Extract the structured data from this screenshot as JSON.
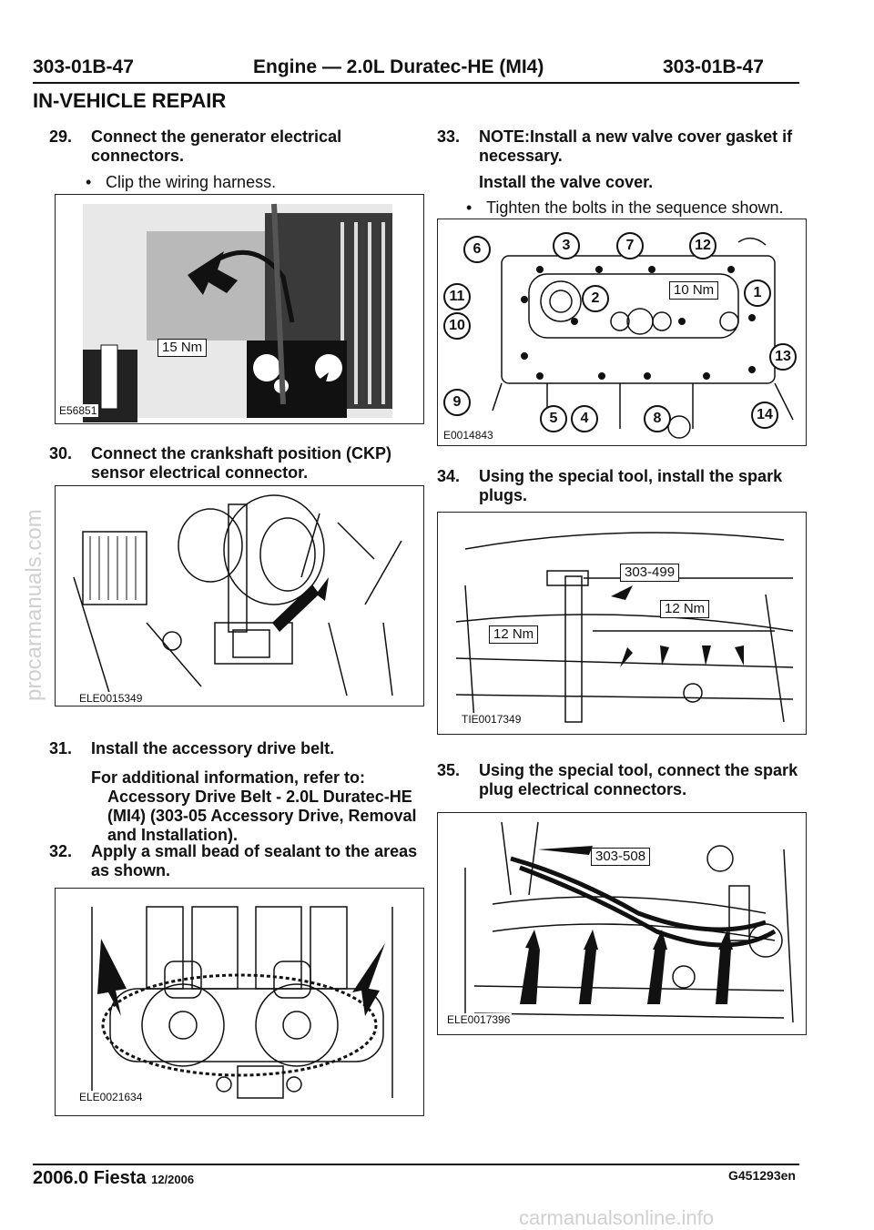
{
  "header": {
    "left_code": "303-01B-47",
    "title": "Engine — 2.0L Duratec-HE (MI4)",
    "right_code": "303-01B-47"
  },
  "section_title": "IN-VEHICLE REPAIR",
  "left_column": {
    "step29": {
      "num": "29.",
      "text": "Connect the generator electrical connectors."
    },
    "bullet29": "Clip the wiring harness.",
    "fig1": {
      "id": "E56851",
      "torque": "15 Nm"
    },
    "step30": {
      "num": "30.",
      "text": "Connect the crankshaft position (CKP) sensor electrical connector."
    },
    "fig2": {
      "id": "ELE0015349"
    },
    "step31": {
      "num": "31.",
      "text": "Install the accessory drive belt."
    },
    "step31_info": "For additional information, refer to:",
    "step31_ref": "Accessory Drive Belt - 2.0L Duratec-HE (MI4) (303-05 Accessory Drive, Removal and Installation).",
    "step32": {
      "num": "32.",
      "text": "Apply a small bead of sealant to the areas as shown."
    },
    "fig3": {
      "id": "ELE0021634"
    }
  },
  "right_column": {
    "step33": {
      "num": "33.",
      "text": "NOTE:Install a new valve cover gasket if necessary."
    },
    "step33_instruction": "Install the valve cover.",
    "bullet33": "Tighten the bolts in the sequence shown.",
    "fig4": {
      "id": "E0014843",
      "torque": "10 Nm",
      "callouts": [
        "1",
        "2",
        "3",
        "4",
        "5",
        "6",
        "7",
        "8",
        "9",
        "10",
        "11",
        "12",
        "13",
        "14"
      ]
    },
    "step34": {
      "num": "34.",
      "text": "Using the special tool, install the spark plugs."
    },
    "fig5": {
      "id": "TIE0017349",
      "tool": "303-499",
      "torque_a": "12 Nm",
      "torque_b": "12 Nm"
    },
    "step35": {
      "num": "35.",
      "text": "Using the special tool, connect the spark plug electrical connectors."
    },
    "fig6": {
      "id": "ELE0017396",
      "tool": "303-508"
    }
  },
  "footer": {
    "model": "2006.0 Fiesta",
    "date": "12/2006",
    "code": "G451293en"
  },
  "watermarks": {
    "side": "procarmanuals.com",
    "bottom": "carmanualsonline.info"
  }
}
